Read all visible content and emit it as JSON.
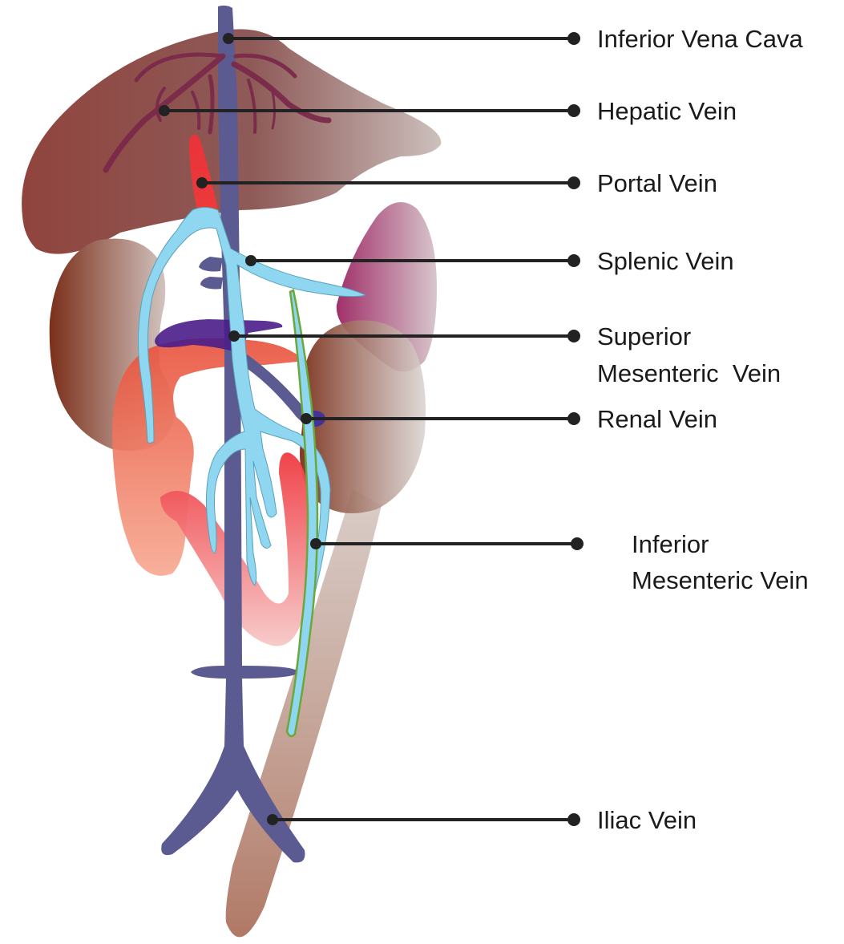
{
  "diagram": {
    "labels": {
      "ivc": [
        "Inferior Vena Cava"
      ],
      "hepatic": [
        "Hepatic Vein"
      ],
      "portal": [
        "Portal Vein"
      ],
      "splenic": [
        "Splenic Vein"
      ],
      "sup_mesenteric": [
        "Superior",
        "Mesenteric  Vein"
      ],
      "renal": [
        "Renal Vein"
      ],
      "inf_mesenteric": [
        "Inferior",
        "Mesenteric Vein"
      ],
      "iliac": [
        "Iliac Vein"
      ]
    },
    "colors": {
      "liver": "#8b3a33",
      "kidney": "#7a2f1a",
      "spleen": "#a0306a",
      "vena_cava": "#5b5a91",
      "portal_system": "#8fd6f0",
      "portal_vein": "#e8343a",
      "bowel": "#e8503a",
      "colon": "#f3a0a0",
      "ureter": "#b08070",
      "inf_mesenteric_outline": "#6aa83a",
      "renal_vein_dark": "#4a1d8a",
      "leader_line": "#222222"
    }
  }
}
